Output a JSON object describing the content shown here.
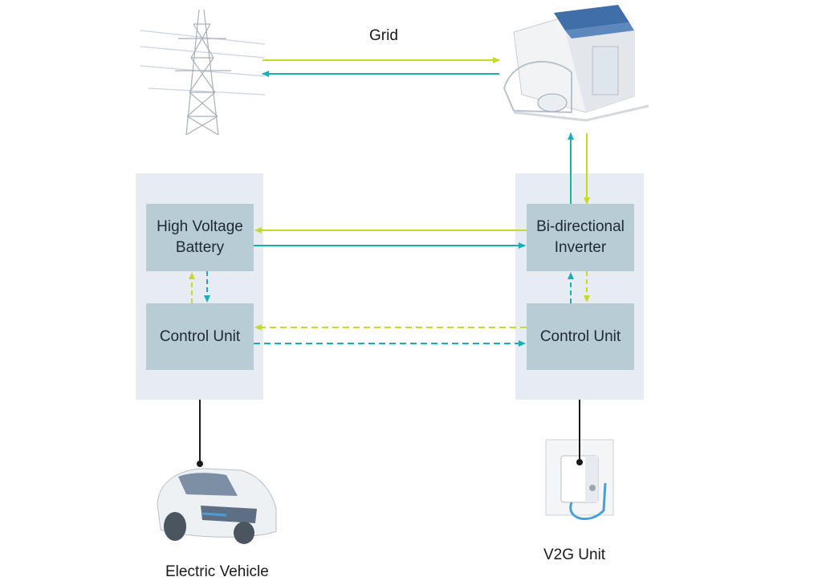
{
  "labels": {
    "grid": "Grid",
    "electric_vehicle": "Electric Vehicle",
    "v2g_unit": "V2G Unit"
  },
  "left_panel": {
    "battery": "High Voltage\nBattery",
    "control_unit": "Control Unit"
  },
  "right_panel": {
    "inverter": "Bi-directional\nInverter",
    "control_unit": "Control Unit"
  },
  "images": {
    "pylon": "transmission-tower-icon",
    "house": "solar-house-icon",
    "car": "car-icon",
    "charger": "wall-charger-icon"
  },
  "colors": {
    "power_flow_lime": "#c6d92b",
    "power_flow_teal": "#1aaeb6",
    "panel_bg": "#e6ecf1",
    "box_bg": "#b8ccd6"
  }
}
